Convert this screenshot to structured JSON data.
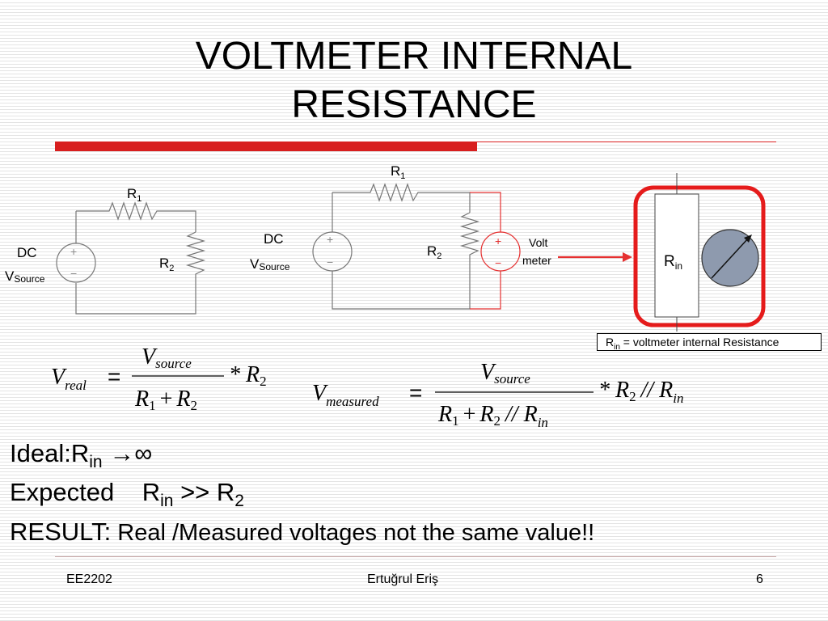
{
  "slide": {
    "title_line1": "VOLTMETER INTERNAL",
    "title_line2": "RESISTANCE"
  },
  "circuit_left": {
    "source_label_dc": "DC",
    "source_label_v": "V",
    "source_label_sub": "Source",
    "r1_label": "R",
    "r1_sub": "1",
    "r2_label": "R",
    "r2_sub": "2"
  },
  "circuit_right": {
    "source_label_dc": "DC",
    "source_label_v": "V",
    "source_label_sub": "Source",
    "r1_label": "R",
    "r1_sub": "1",
    "r2_label": "R",
    "r2_sub": "2",
    "volt_label_1": "Volt",
    "volt_label_2": "meter"
  },
  "voltmeter_model": {
    "rin_label": "R",
    "rin_sub": "in",
    "caption_r": "R",
    "caption_sub": "in",
    "caption_text": " = voltmeter internal Resistance"
  },
  "formulas": {
    "real": {
      "lhs": "V",
      "lhs_sub": "real",
      "eq": "=",
      "num": "V",
      "num_sub": "source",
      "den_r1": "R",
      "den_r1_sub": "1",
      "den_plus": "+",
      "den_r2": "R",
      "den_r2_sub": "2",
      "mult": "* R",
      "mult_sub": "2"
    },
    "measured": {
      "lhs": "V",
      "lhs_sub": "measured",
      "eq": "=",
      "num": "V",
      "num_sub": "source",
      "den_r1": "R",
      "den_r1_sub": "1",
      "den_plus": "+",
      "den_r2": "R",
      "den_r2_sub": "2",
      "den_par": "// R",
      "den_par_sub": "in",
      "mult": "* R",
      "mult_sub": "2",
      "mult_par": "// R",
      "mult_par_sub": "in"
    }
  },
  "bullets": {
    "ideal_prefix": "Ideal:R",
    "ideal_sub": "in",
    "ideal_suffix": " →∞",
    "expected_prefix": "Expected    R",
    "expected_sub": "in",
    "expected_mid": " >> R",
    "expected_sub2": "2",
    "result_label": "RESULT:",
    "result_text": " Real /Measured voltages not the same value!!"
  },
  "footer": {
    "course": "EE2202",
    "author": "Ertuğrul Eriş",
    "page": "6"
  },
  "colors": {
    "accent_red": "#d81e1e",
    "meter_fill": "#8e9aae"
  }
}
